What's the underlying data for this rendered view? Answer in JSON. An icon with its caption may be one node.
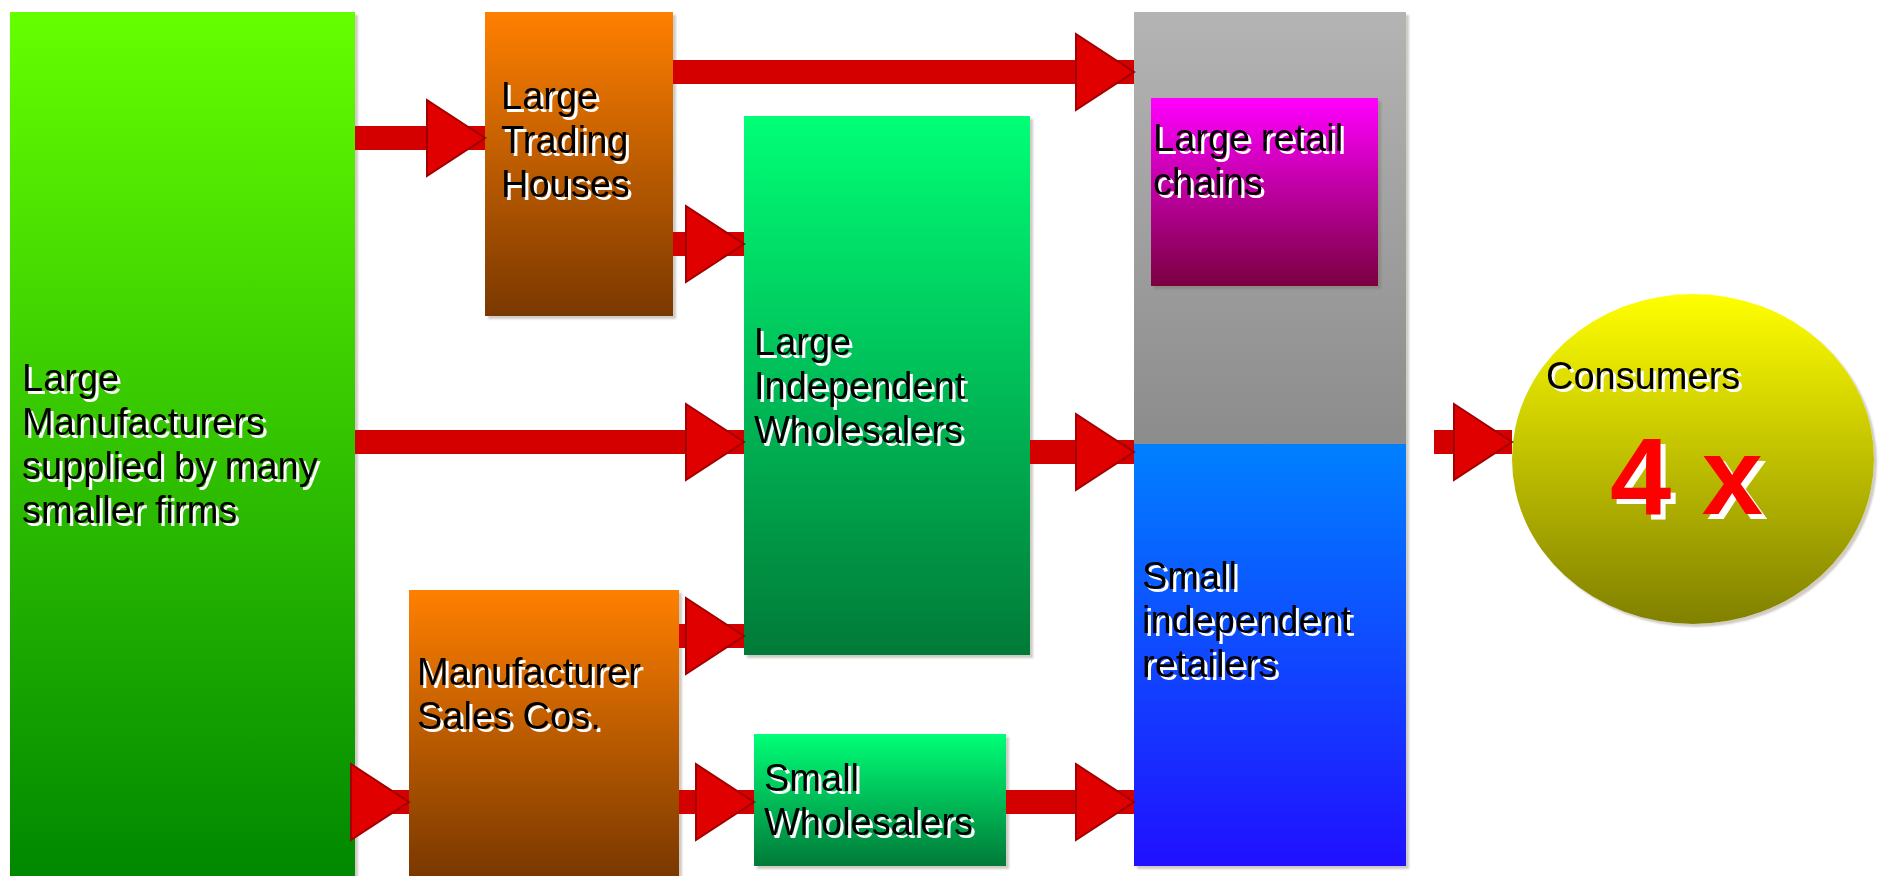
{
  "diagram": {
    "nodes": [
      {
        "text": [
          "Large Manufacturers supplied by many smaller firms"
        ]
      },
      {
        "text": [
          "Large Trading Houses"
        ]
      },
      {
        "text": [
          "Large Independent Wholesalers"
        ]
      },
      {
        "text": [
          "Manufacturer Sales Cos."
        ]
      },
      {
        "text": [
          "Small Wholesalers"
        ]
      },
      {
        "text": [],
        "shape": "box"
      },
      {
        "text": [
          "Large retail chains"
        ],
        "in": 5
      },
      {
        "text": [
          "Small independent retailers"
        ]
      },
      {
        "text": [
          "Consumers",
          "4 x"
        ]
      }
    ],
    "edges": [
      {
        "from": 0,
        "to": 1,
        "arrow": "to"
      },
      {
        "from": 1,
        "to": 5,
        "arrow": "to"
      },
      {
        "from": 1,
        "to": 2,
        "arrow": "to"
      },
      {
        "from": 0,
        "to": 2,
        "arrow": "to"
      },
      {
        "from": 2,
        "to": 7,
        "arrow": "to"
      },
      {
        "from": 3,
        "to": 2,
        "arrow": "to"
      },
      {
        "from": 0,
        "to": 3,
        "arrow": "to"
      },
      {
        "from": 3,
        "to": 4,
        "arrow": "to"
      },
      {
        "from": 4,
        "to": 7,
        "arrow": "to"
      },
      {
        "from": null,
        "to": 8,
        "arrow": "to"
      }
    ]
  }
}
